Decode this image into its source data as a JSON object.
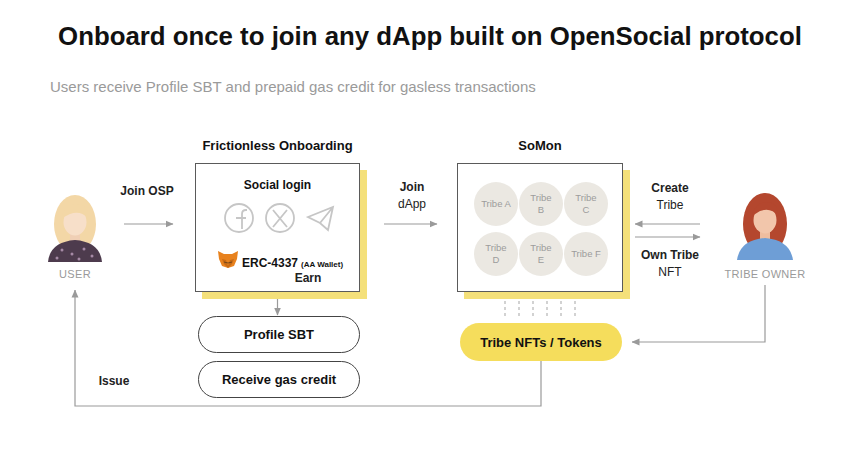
{
  "diagram": {
    "title": "Onboard once to join any dApp built on OpenSocial protocol",
    "caption": "Users receive Profile SBT and prepaid gas credit for gasless transactions",
    "nodes": [
      {
        "text": [
          "USER"
        ]
      },
      {
        "text": [
          "Frictionless Onboarding",
          "Social login",
          "ERC-4337",
          "(AA Wallet)"
        ]
      },
      {
        "text": [
          "SoMon"
        ]
      },
      {
        "text": [
          "Tribe A"
        ],
        "in": 2
      },
      {
        "text": [
          "Tribe B"
        ],
        "in": 2
      },
      {
        "text": [
          "Tribe C"
        ],
        "in": 2
      },
      {
        "text": [
          "Tribe D"
        ],
        "in": 2
      },
      {
        "text": [
          "Tribe E"
        ],
        "in": 2
      },
      {
        "text": [
          "Tribe F"
        ],
        "in": 2
      },
      {
        "text": [
          "TRIBE OWNER"
        ]
      },
      {
        "text": [
          "Profile SBT"
        ]
      },
      {
        "text": [
          "Receive gas credit"
        ]
      },
      {
        "text": [
          "Tribe NFTs / Tokens"
        ]
      }
    ],
    "edges": [
      {
        "from": 0,
        "to": 1,
        "label": "Join OSP",
        "arrow": "to"
      },
      {
        "from": 1,
        "to": 2,
        "label": "Join dApp",
        "arrow": "to"
      },
      {
        "from": 9,
        "to": 2,
        "label": "Create Tribe",
        "arrow": "to"
      },
      {
        "from": 2,
        "to": 9,
        "label": "Own Tribe NFT",
        "arrow": "to"
      },
      {
        "from": 1,
        "to": 10,
        "arrow": "to"
      },
      {
        "from": 9,
        "to": 12,
        "label": "Issue",
        "arrow": "to"
      },
      {
        "from": 12,
        "to": 0,
        "label": "Earn",
        "arrow": "to"
      },
      {
        "from": 2,
        "to": 12,
        "arrow": "none"
      }
    ]
  }
}
